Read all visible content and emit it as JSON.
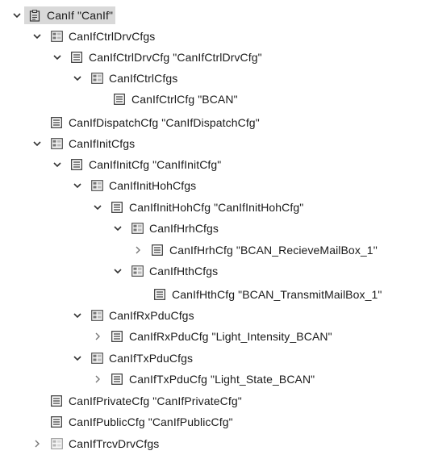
{
  "tree": {
    "nodes": [
      {
        "id": "canif",
        "label": "CanIf \"CanIf\"",
        "icon": "module-clipboard-icon",
        "toggle": "expanded",
        "depth": 0,
        "selected": true
      },
      {
        "id": "canifctrldrvcfgs",
        "label": "CanIfCtrlDrvCfgs",
        "icon": "container-list-icon",
        "toggle": "expanded",
        "depth": 1
      },
      {
        "id": "canifctrldrvcfg",
        "label": "CanIfCtrlDrvCfg \"CanIfCtrlDrvCfg\"",
        "icon": "container-icon",
        "toggle": "expanded",
        "depth": 2
      },
      {
        "id": "canifctrlcfgs",
        "label": "CanIfCtrlCfgs",
        "icon": "container-list-icon",
        "toggle": "expanded",
        "depth": 3
      },
      {
        "id": "canifctrlcfg",
        "label": "CanIfCtrlCfg \"BCAN\"",
        "icon": "container-icon",
        "toggle": "none",
        "depth": 4
      },
      {
        "id": "canifdispatchcfg",
        "label": "CanIfDispatchCfg \"CanIfDispatchCfg\"",
        "icon": "container-icon",
        "toggle": "none",
        "depth": 1
      },
      {
        "id": "canifinitcfgs",
        "label": "CanIfInitCfgs",
        "icon": "container-list-icon",
        "toggle": "expanded",
        "depth": 1
      },
      {
        "id": "canifinitcfg",
        "label": "CanIfInitCfg \"CanIfInitCfg\"",
        "icon": "container-icon",
        "toggle": "expanded",
        "depth": 2
      },
      {
        "id": "canifinithohcfgs",
        "label": "CanIfInitHohCfgs",
        "icon": "container-list-icon",
        "toggle": "expanded",
        "depth": 3
      },
      {
        "id": "canifinithohcfg",
        "label": "CanIfInitHohCfg \"CanIfInitHohCfg\"",
        "icon": "container-icon",
        "toggle": "expanded",
        "depth": 4
      },
      {
        "id": "canifhrhcfgs",
        "label": "CanIfHrhCfgs",
        "icon": "container-list-icon",
        "toggle": "expanded",
        "depth": 5
      },
      {
        "id": "canifhrhcfg",
        "label": "CanIfHrhCfg \"BCAN_RecieveMailBox_1\"",
        "icon": "container-icon",
        "toggle": "collapsed",
        "depth": 6
      },
      {
        "id": "canifhthcfgs",
        "label": "CanIfHthCfgs",
        "icon": "container-list-icon",
        "toggle": "expanded",
        "depth": 5
      },
      {
        "id": "canifhthcfg",
        "label": "CanIfHthCfg \"BCAN_TransmitMailBox_1\"",
        "icon": "container-icon",
        "toggle": "none",
        "depth": 6
      },
      {
        "id": "canifrxpducfgs",
        "label": "CanIfRxPduCfgs",
        "icon": "container-list-icon",
        "toggle": "expanded",
        "depth": 3
      },
      {
        "id": "canifrxpducfg",
        "label": "CanIfRxPduCfg \"Light_Intensity_BCAN\"",
        "icon": "container-icon",
        "toggle": "collapsed",
        "depth": 4
      },
      {
        "id": "caniftxpducfgs",
        "label": "CanIfTxPduCfgs",
        "icon": "container-list-icon",
        "toggle": "expanded",
        "depth": 3
      },
      {
        "id": "caniftxpducfg",
        "label": "CanIfTxPduCfg \"Light_State_BCAN\"",
        "icon": "container-icon",
        "toggle": "collapsed",
        "depth": 4
      },
      {
        "id": "canifprivatecfg",
        "label": "CanIfPrivateCfg \"CanIfPrivateCfg\"",
        "icon": "container-icon",
        "toggle": "none",
        "depth": 1
      },
      {
        "id": "canifpubliccfg",
        "label": "CanIfPublicCfg \"CanIfPublicCfg\"",
        "icon": "container-icon",
        "toggle": "none",
        "depth": 1
      },
      {
        "id": "caniftrcvdrvcfgs",
        "label": "CanIfTrcvDrvCfgs",
        "icon": "container-list-icon",
        "toggle": "collapsed",
        "depth": 1,
        "dim_icon": true
      }
    ]
  }
}
